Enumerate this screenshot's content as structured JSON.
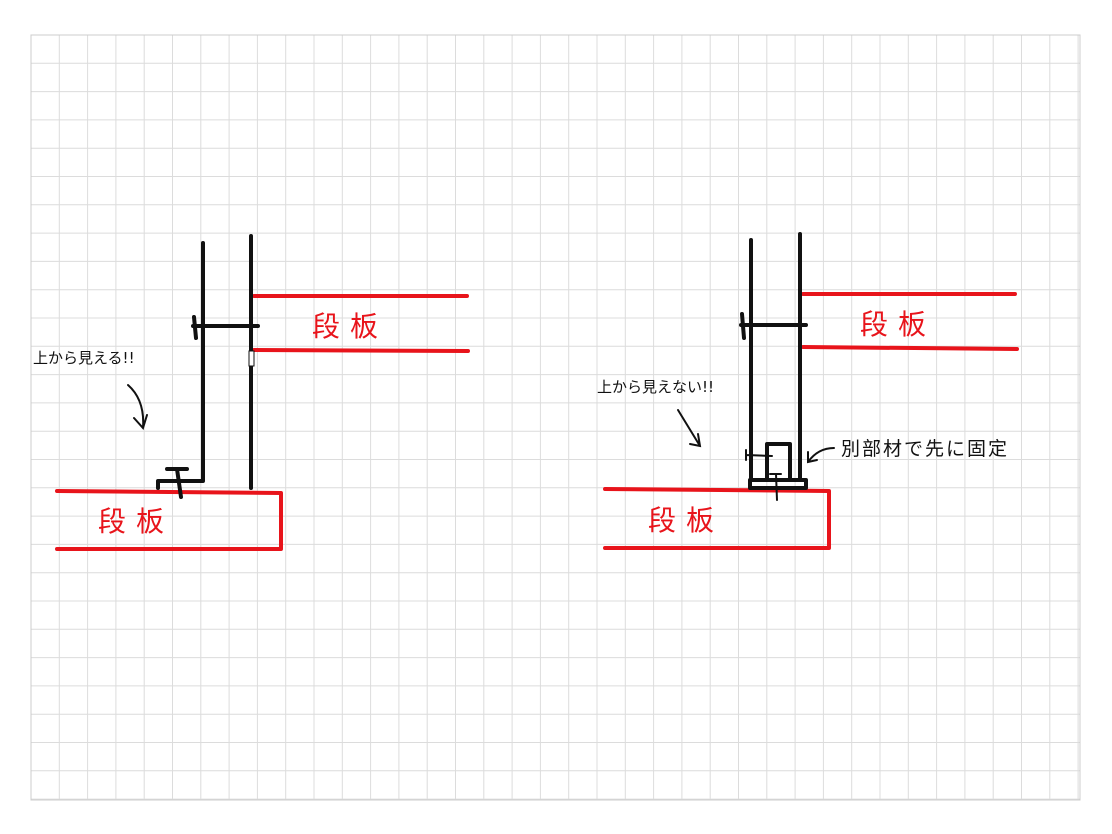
{
  "colors": {
    "ink": "#111111",
    "accent": "#e8141b",
    "grid": "#dcdcdc"
  },
  "left": {
    "upper_board": "段板",
    "lower_board": "段板",
    "note": "上から見える!!"
  },
  "right": {
    "upper_board": "段板",
    "lower_board": "段板",
    "note": "上から見えない!!",
    "callout": "別部材で先に固定"
  }
}
